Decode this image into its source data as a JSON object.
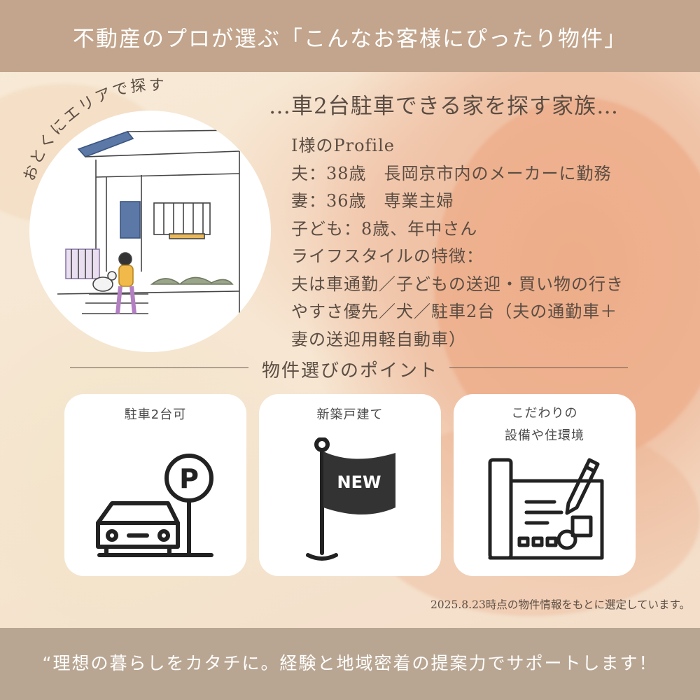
{
  "header": {
    "title": "不動産のプロが選ぶ「こんなお客様にぴったり物件」"
  },
  "badge": {
    "arc_text": "おとくにエリアで探す"
  },
  "subtitle": "…車2台駐車できる家を探す家族…",
  "profile": {
    "lines": [
      "I様のProfile",
      "夫：38歳　長岡京市内のメーカーに勤務",
      "妻：36歳　専業主婦",
      "子ども：8歳、年中さん",
      "ライフスタイルの特徴：",
      "夫は車通勤／子どもの送迎・買い物の行き",
      "やすさ優先／犬／駐車2台（夫の通勤車＋",
      "妻の送迎用軽自動車）"
    ]
  },
  "points": {
    "title": "物件選びのポイント",
    "cards": [
      {
        "label": "駐車2台可",
        "icon": "car-parking-icon",
        "sign": "P"
      },
      {
        "label": "新築戸建て",
        "icon": "new-flag-icon",
        "flag_text": "NEW"
      },
      {
        "label_line1": "こだわりの",
        "label_line2": "設備や住環境",
        "icon": "blueprint-pencil-icon"
      }
    ]
  },
  "note": "2025.8.23時点の物件情報をもとに選定しています。",
  "footer": {
    "text": "“理想の暮らしをカタチに。経験と地域密着の提案力でサポートします！"
  },
  "colors": {
    "header_bg": "#c2a58c",
    "footer_bg": "#b9a692",
    "text_brown": "#5b4d43",
    "accent_orange": "#efb898"
  }
}
